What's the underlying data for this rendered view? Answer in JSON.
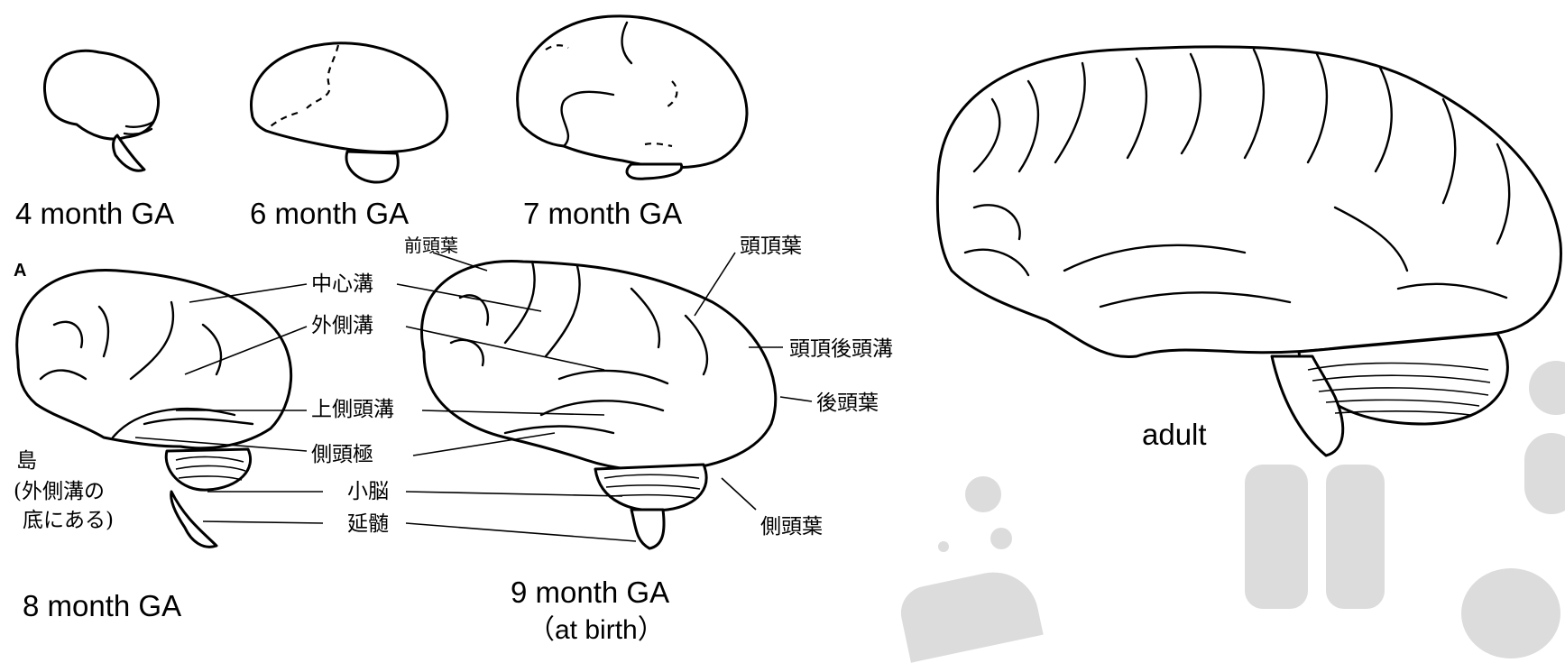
{
  "stages": [
    {
      "id": "4m",
      "label": "4 month GA"
    },
    {
      "id": "6m",
      "label": "6 month GA"
    },
    {
      "id": "7m",
      "label": "7 month GA"
    },
    {
      "id": "8m",
      "label": "8 month GA"
    },
    {
      "id": "9m",
      "label": "9 month GA",
      "sublabel": "（at birth）"
    },
    {
      "id": "adult",
      "label": "adult"
    }
  ],
  "panel_letter": "A",
  "annotations": {
    "central_sulcus": "中心溝",
    "lateral_sulcus": "外側溝",
    "superior_temporal_sulcus": "上側頭溝",
    "temporal_pole": "側頭極",
    "cerebellum": "小脳",
    "medulla": "延髄",
    "insula_line1": "島",
    "insula_line2": "(外側溝の",
    "insula_line3": "底にある)",
    "frontal_lobe": "前頭葉",
    "parietal_lobe": "頭頂葉",
    "parieto_occipital_sulcus": "頭頂後頭溝",
    "occipital_lobe": "後頭葉",
    "temporal_lobe": "側頭葉"
  },
  "colors": {
    "line": "#000000",
    "background": "#ffffff",
    "decoration": "#dcdcdc"
  }
}
